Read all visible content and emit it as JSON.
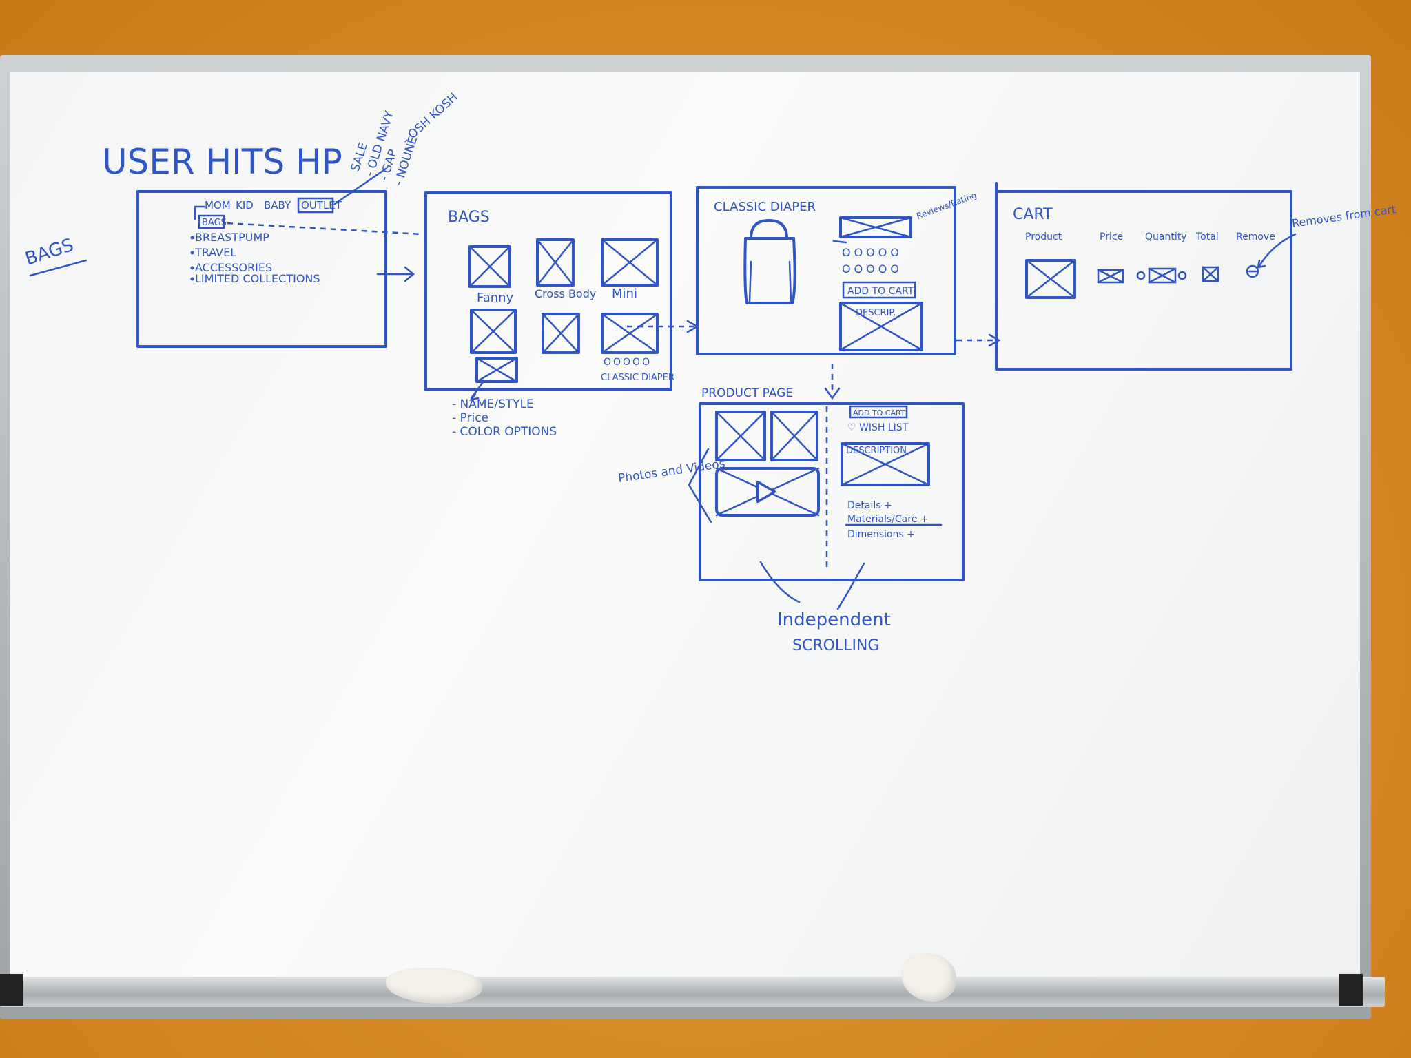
{
  "heading": "USER HITS HP",
  "side_label": "BAGS",
  "outlet_note": {
    "sale": "SALE",
    "brands": [
      "- OLD NAVY",
      "- GAP",
      "- NOUNE",
      "- OSH KOSH"
    ]
  },
  "homepage": {
    "nav": [
      "MOM",
      "KID",
      "BABY",
      "OUTLET"
    ],
    "menu": [
      "BAGS",
      "BREASTPUMP",
      "TRAVEL",
      "ACCESSORIES",
      "LIMITED COLLECTIONS"
    ]
  },
  "bags_page": {
    "title": "BAGS",
    "tiles": [
      "Fanny",
      "Cross Body",
      "Mini"
    ],
    "swatches": "OOOOO",
    "featured": "CLASSIC DIAPER",
    "notes": [
      "- NAME/STYLE",
      "- Price",
      "- COLOR OPTIONS"
    ]
  },
  "detail_page": {
    "title": "CLASSIC DIAPER",
    "reviews": "Reviews/Rating",
    "swatch_row_1": "OOOOO",
    "swatch_row_2": "OOOOO",
    "add_to_cart": "ADD TO CART",
    "desc": "DESCRIP."
  },
  "cart_page": {
    "title": "CART",
    "columns": [
      "Product",
      "Price",
      "Quantity",
      "Total",
      "Remove"
    ],
    "note": "Removes from cart"
  },
  "product_page": {
    "title": "PRODUCT PAGE",
    "add_to_cart": "ADD TO CART",
    "wishlist": "♡ WISH LIST",
    "description": "DESCRIPTION",
    "sections": [
      "Details +",
      "Materials/Care +",
      "Dimensions +"
    ],
    "media_note": "Photos and Videos",
    "scroll_note_1": "Independent",
    "scroll_note_2": "SCROLLING"
  }
}
